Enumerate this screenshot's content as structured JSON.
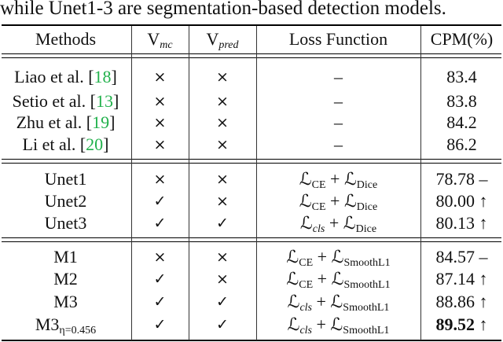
{
  "caption": "while Unet1-3 are segmentation-based detection models.",
  "header": {
    "methods": "Methods",
    "vmc_base": "V",
    "vmc_sub": "mc",
    "vpred_base": "V",
    "vpred_sub": "pred",
    "loss": "Loss Function",
    "cpm": "CPM(%)"
  },
  "symbols": {
    "cross": "×",
    "check": "✓",
    "dash": "–"
  },
  "group1": [
    {
      "name": "Liao et al. [",
      "ref": "18",
      "close": "]",
      "vmc": "×",
      "vpred": "×",
      "loss": "–",
      "cpm": "83.4"
    },
    {
      "name": "Setio et al. [",
      "ref": "13",
      "close": "]",
      "vmc": "×",
      "vpred": "×",
      "loss": "–",
      "cpm": "83.8"
    },
    {
      "name": "Zhu et al. [",
      "ref": "19",
      "close": "]",
      "vmc": "×",
      "vpred": "×",
      "loss": "–",
      "cpm": "84.2"
    },
    {
      "name": "Li et al. [",
      "ref": "20",
      "close": "]",
      "vmc": "×",
      "vpred": "×",
      "loss": "–",
      "cpm": "86.2"
    }
  ],
  "group2": [
    {
      "name": "Unet1",
      "vmc": "×",
      "vpred": "×",
      "l1": "CE",
      "l2": "Dice",
      "cpm": "78.78 –"
    },
    {
      "name": "Unet2",
      "vmc": "✓",
      "vpred": "×",
      "l1": "CE",
      "l2": "Dice",
      "cpm": "80.00 ↑"
    },
    {
      "name": "Unet3",
      "vmc": "✓",
      "vpred": "✓",
      "l1": "cls",
      "l2": "Dice",
      "cpm": "80.13 ↑"
    }
  ],
  "group3": [
    {
      "name": "M1",
      "vmc": "×",
      "vpred": "×",
      "l1": "CE",
      "l2": "SmoothL1",
      "cpm": "84.57 –"
    },
    {
      "name": "M2",
      "vmc": "✓",
      "vpred": "×",
      "l1": "CE",
      "l2": "SmoothL1",
      "cpm": "87.14 ↑"
    },
    {
      "name": "M3",
      "vmc": "✓",
      "vpred": "✓",
      "l1": "cls",
      "l2": "SmoothL1",
      "cpm": "88.86 ↑"
    },
    {
      "name": "M3",
      "name_sub": "η=0.456",
      "vmc": "✓",
      "vpred": "✓",
      "l1": "cls",
      "l2": "SmoothL1",
      "cpm_bold": "89.52",
      "cpm_arrow": " ↑"
    }
  ],
  "math": {
    "script_L": "ℒ",
    "plus": " + "
  }
}
